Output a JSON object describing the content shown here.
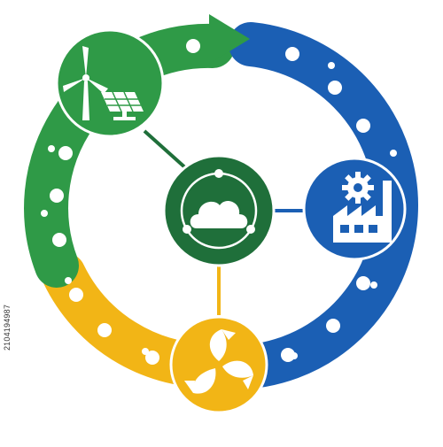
{
  "diagram": {
    "colors": {
      "green": "#2f9a47",
      "dark_green": "#1f6f3a",
      "blue": "#1b5fb4",
      "yellow": "#f2b516",
      "white": "#ffffff"
    },
    "nodes": [
      {
        "name": "renewable-energy-node",
        "icon": "wind-turbine-solar-panel-icon",
        "color": "green"
      },
      {
        "name": "factory-node",
        "icon": "factory-gear-icon",
        "color": "blue"
      },
      {
        "name": "recycle-leaf-node",
        "icon": "recycle-leaves-icon",
        "color": "yellow"
      },
      {
        "name": "cloud-hub-node",
        "icon": "cloud-network-icon",
        "color": "dark_green"
      }
    ],
    "cycle": [
      {
        "name": "green-chain-arrow",
        "color": "green",
        "from": "recycle-leaf-node",
        "to": "factory-node"
      },
      {
        "name": "blue-chain-segment",
        "color": "blue",
        "from": "renewable-energy-node",
        "to": "recycle-leaf-node"
      },
      {
        "name": "yellow-chain-segment",
        "color": "yellow",
        "from": "recycle-leaf-node",
        "to": "renewable-energy-node"
      }
    ]
  },
  "watermark": {
    "stock_id": "2104194987"
  }
}
